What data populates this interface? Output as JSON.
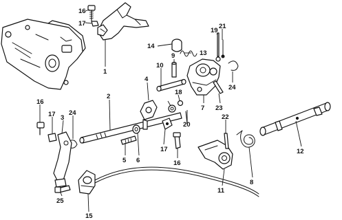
{
  "diagram": {
    "callouts": [
      "1",
      "2",
      "3",
      "4",
      "5",
      "6",
      "7",
      "8",
      "9",
      "10",
      "11",
      "12",
      "13",
      "14",
      "15",
      "16",
      "16",
      "16",
      "17",
      "17",
      "17",
      "18",
      "19",
      "20",
      "21",
      "22",
      "23",
      "24",
      "24",
      "25"
    ]
  }
}
